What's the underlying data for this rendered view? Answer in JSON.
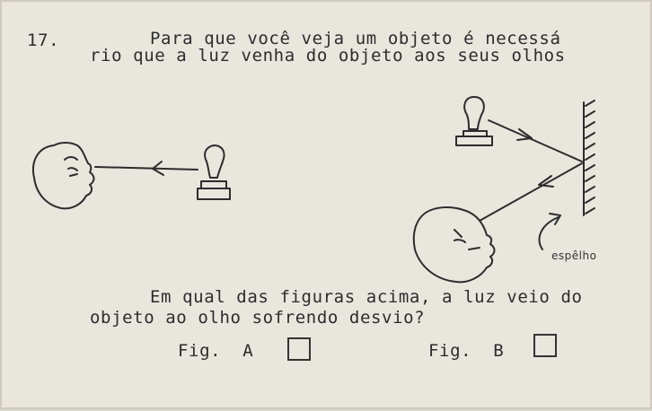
{
  "question": {
    "number": "17.",
    "line1": "Para que você veja um objeto é necessá",
    "line2": "rio que a luz venha do objeto aos seus olhos"
  },
  "figure_b": {
    "mirror_label": "espêlho"
  },
  "prompt": {
    "line1": "Em qual das figuras acima, a luz veio do",
    "line2": "objeto ao olho sofrendo desvio?"
  },
  "options": {
    "a_label": "Fig.  A",
    "b_label": "Fig.  B"
  }
}
